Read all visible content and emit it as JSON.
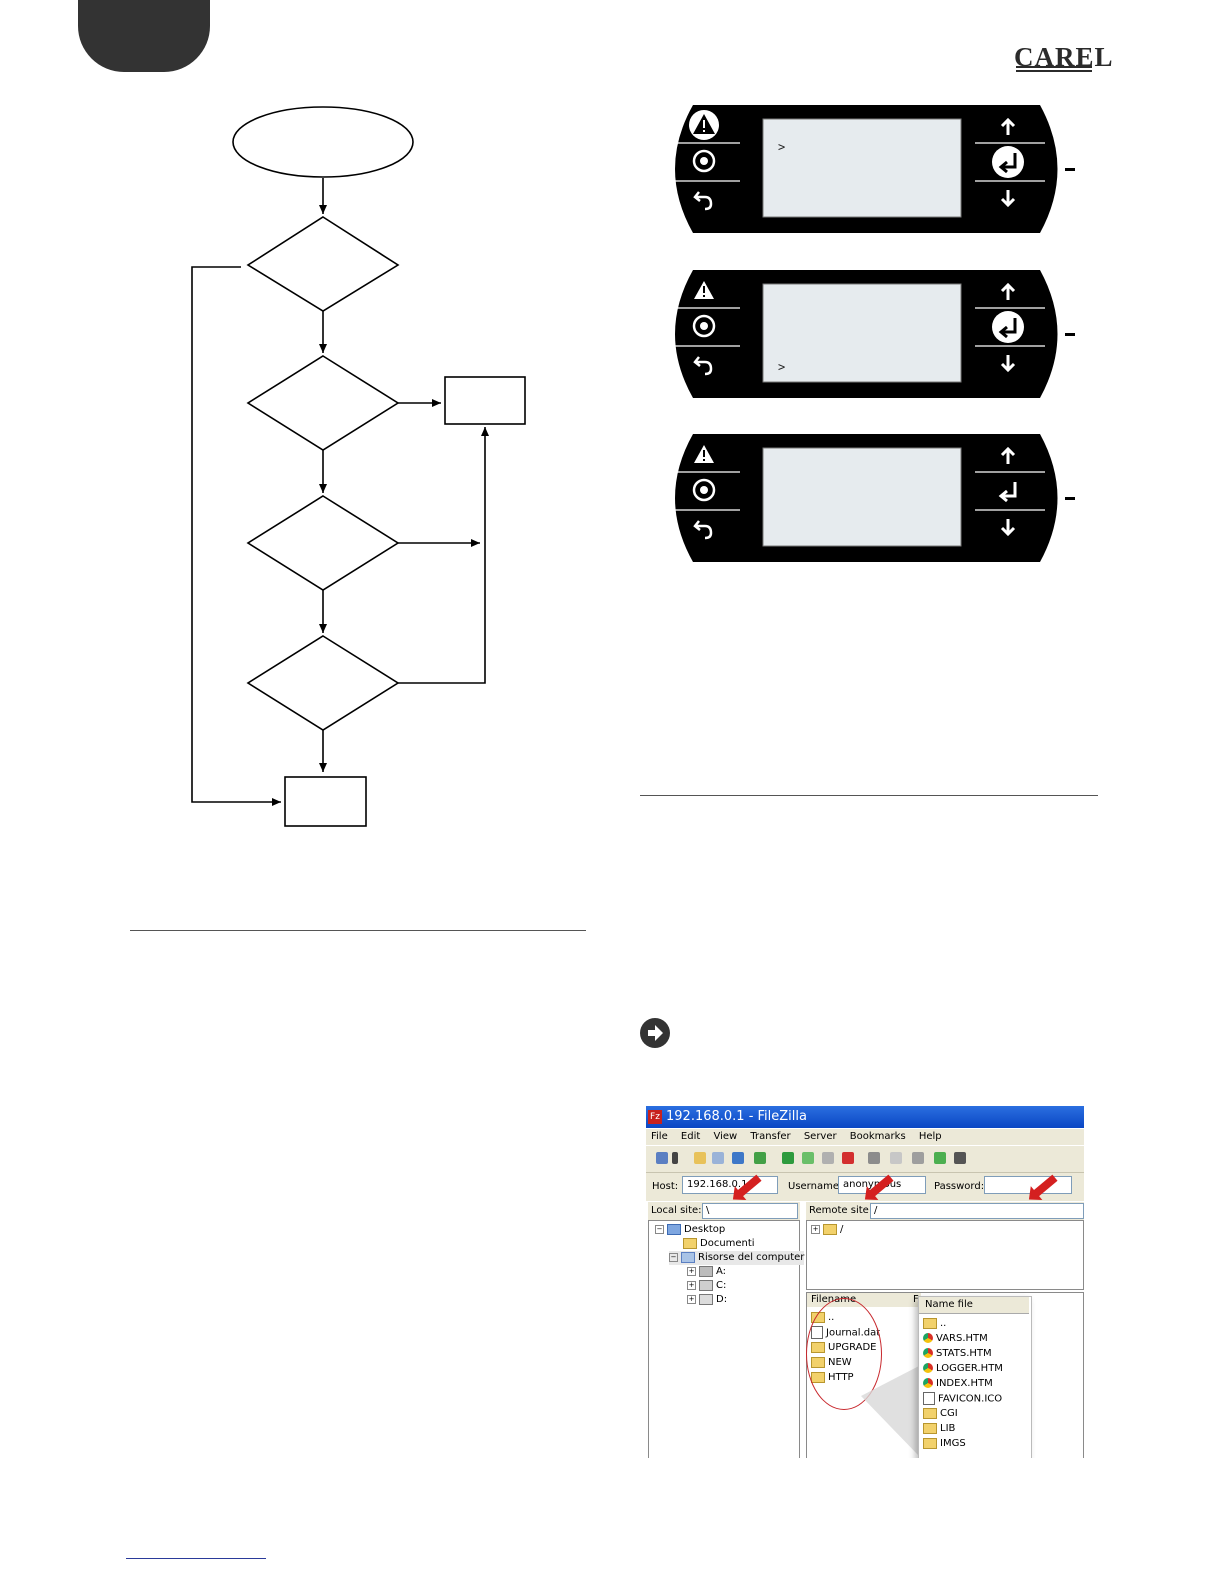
{
  "header": {
    "brand_logo_text": "CAREL"
  },
  "displays": [
    {
      "screen_text": ">",
      "cursor_row": "top",
      "alarm_lit": true,
      "enter_lit": true
    },
    {
      "screen_text": ">",
      "cursor_row": "bottom",
      "alarm_lit": false,
      "enter_lit": true
    },
    {
      "screen_text": "",
      "cursor_row": "none",
      "alarm_lit": false,
      "enter_lit": false
    }
  ],
  "filezilla": {
    "window_title": "192.168.0.1 - FileZilla",
    "app_icon_text": "Fz",
    "menu": [
      "File",
      "Edit",
      "View",
      "Transfer",
      "Server",
      "Bookmarks",
      "Help"
    ],
    "quickconnect": {
      "host_label": "Host:",
      "host_value": "192.168.0.1",
      "username_label": "Username:",
      "username_value": "anonymous",
      "password_label": "Password:",
      "password_value": ""
    },
    "local_site_label": "Local site:",
    "local_site_value": "\\",
    "remote_site_label": "Remote site:",
    "remote_site_value": "/",
    "local_tree": [
      {
        "label": "Desktop",
        "icon": "desktop-icon"
      },
      {
        "label": "Documenti",
        "icon": "folder-icon"
      },
      {
        "label": "Risorse del computer",
        "icon": "computer-icon"
      },
      {
        "label": "A:",
        "icon": "floppy-icon"
      },
      {
        "label": "C:",
        "icon": "drive-icon"
      },
      {
        "label": "D:",
        "icon": "cdrom-icon"
      }
    ],
    "remote_tree_root": "/",
    "filename_header": "Filename",
    "size_header": "F",
    "remote_files": [
      {
        "name": "..",
        "icon": "folder-icon"
      },
      {
        "name": "Journal.dat",
        "icon": "file-icon"
      },
      {
        "name": "UPGRADE",
        "icon": "folder-icon"
      },
      {
        "name": "NEW",
        "icon": "folder-icon"
      },
      {
        "name": "HTTP",
        "icon": "folder-icon"
      }
    ],
    "zoom_header": "Name file",
    "zoom_files": [
      {
        "name": "..",
        "icon": "folder-icon"
      },
      {
        "name": "VARS.HTM",
        "icon": "chrome-icon"
      },
      {
        "name": "STATS.HTM",
        "icon": "chrome-icon"
      },
      {
        "name": "LOGGER.HTM",
        "icon": "chrome-icon"
      },
      {
        "name": "INDEX.HTM",
        "icon": "chrome-icon"
      },
      {
        "name": "FAVICON.ICO",
        "icon": "image-file-icon"
      },
      {
        "name": "CGI",
        "icon": "folder-icon"
      },
      {
        "name": "LIB",
        "icon": "folder-icon"
      },
      {
        "name": "IMGS",
        "icon": "folder-icon"
      }
    ]
  },
  "colors": {
    "tab": "#333333",
    "terminal_body": "#000000",
    "terminal_screen": "#e6ebee",
    "annotation_red": "#d42020",
    "titlebar_blue": "#0a46c4"
  }
}
